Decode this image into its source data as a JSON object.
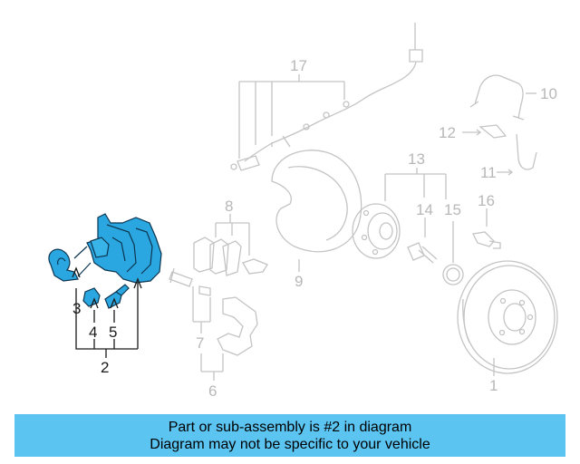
{
  "callouts": {
    "c2": "2",
    "c3": "3",
    "c4": "4",
    "c5": "5",
    "c6": "6",
    "c7": "7",
    "c8": "8",
    "c9": "9",
    "c1": "1",
    "c10": "10",
    "c11": "11",
    "c12": "12",
    "c13": "13",
    "c14": "14",
    "c15": "15",
    "c16": "16",
    "c17": "17"
  },
  "banner": {
    "line1": "Part or sub-assembly is #2 in diagram",
    "line2": "Diagram may not be specific to your vehicle"
  },
  "colors": {
    "highlight": "#2aa6e0",
    "banner": "#5bc4f1",
    "faded_lines": "#c4c4c4"
  }
}
